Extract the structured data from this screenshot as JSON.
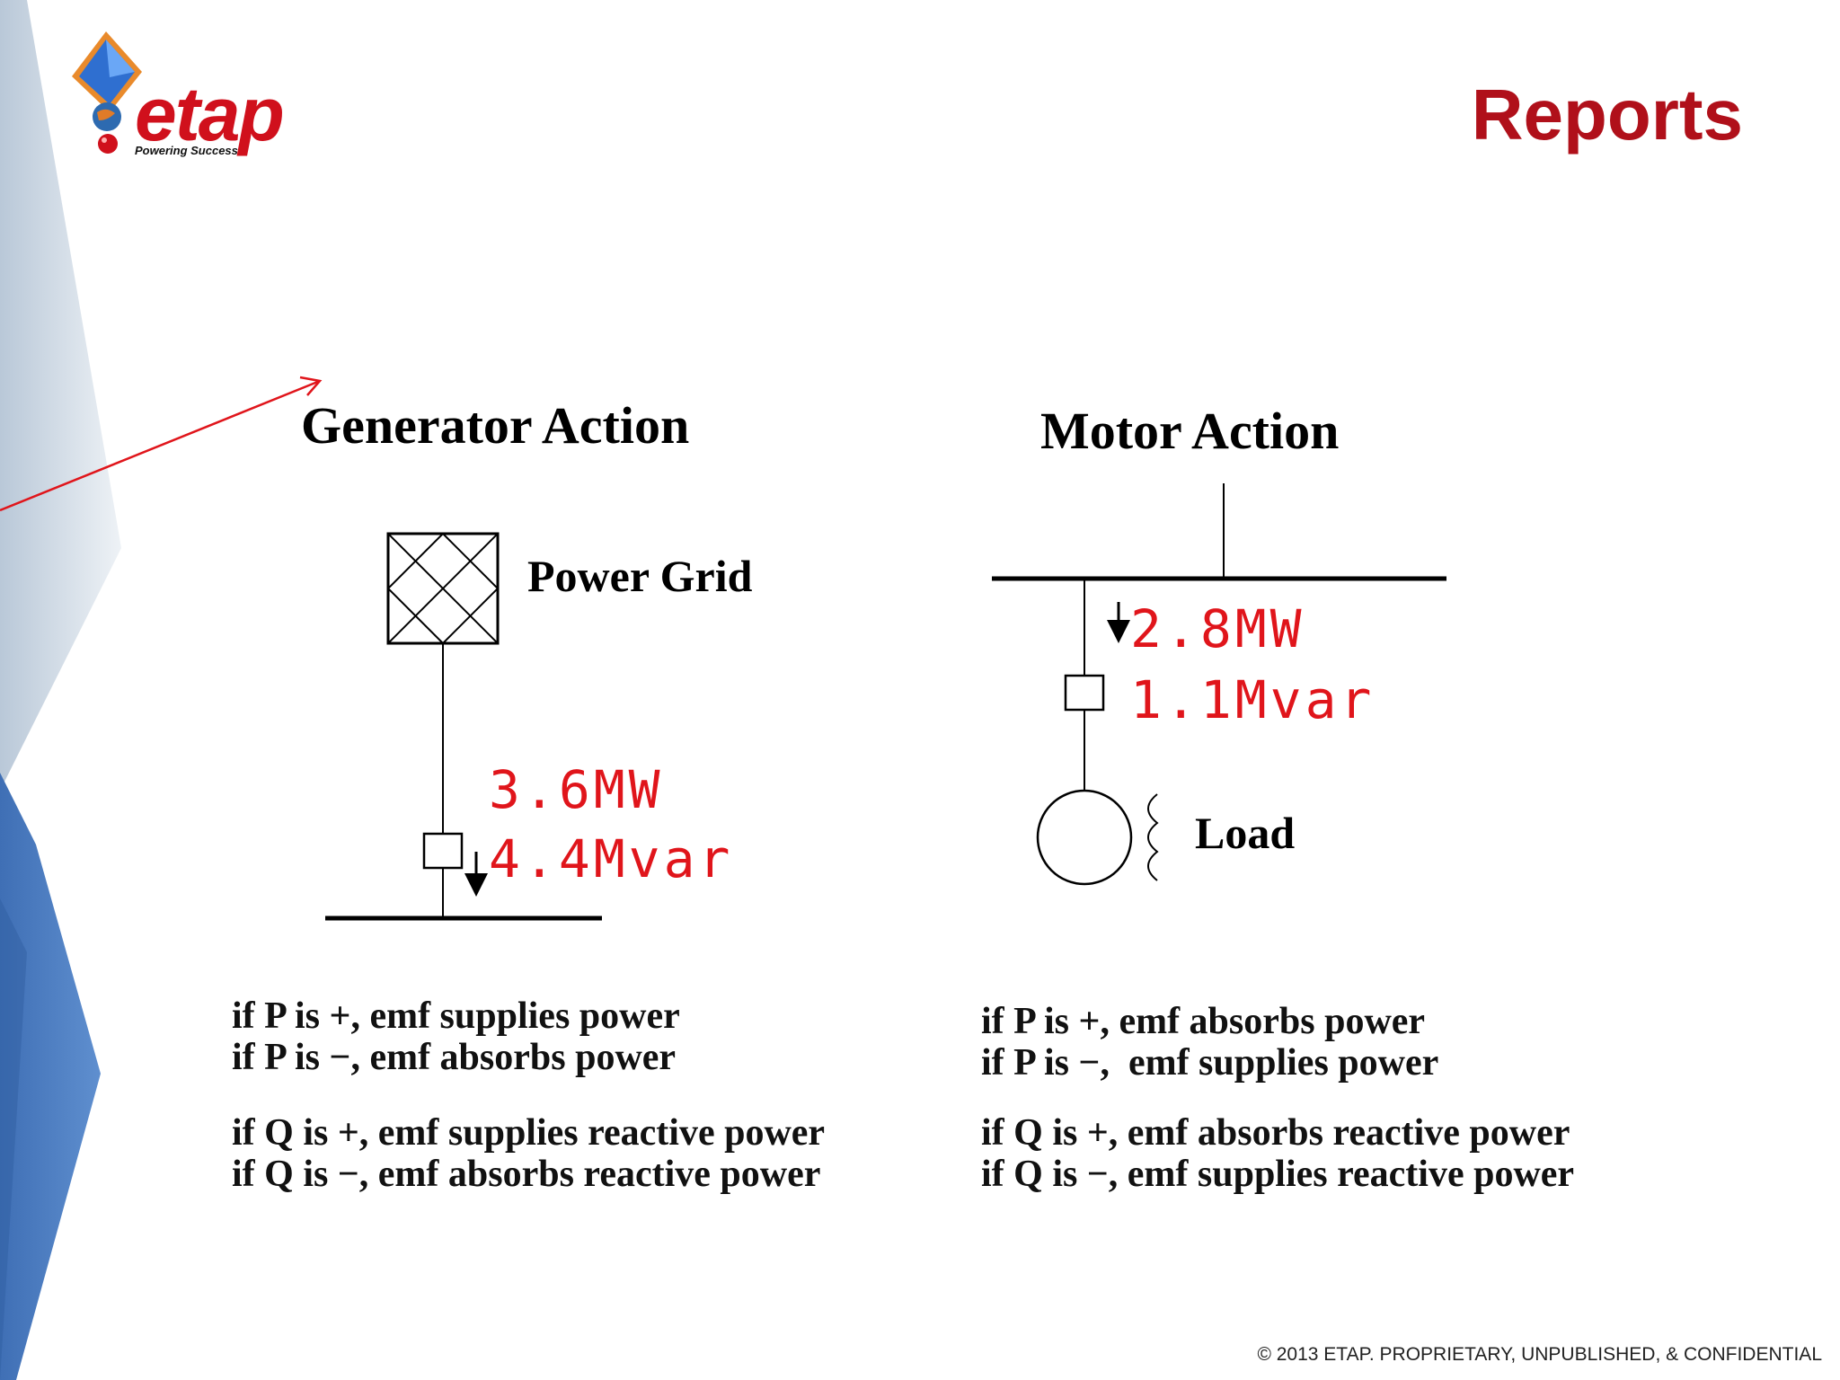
{
  "header": {
    "title": "Reports",
    "logo_text": "etap",
    "logo_tagline": "Powering Success"
  },
  "generator": {
    "title": "Generator Action",
    "source_label": "Power Grid",
    "p_value": "3.6MW",
    "q_value": "4.4Mvar",
    "rules": [
      "if P is +, emf supplies power",
      "if P is −, emf absorbs power",
      "if Q is +, emf supplies reactive power",
      "if Q is −, emf absorbs reactive power"
    ]
  },
  "motor": {
    "title": "Motor Action",
    "load_label": "Load",
    "p_value": "2.8MW",
    "q_value": "1.1Mvar",
    "rules": [
      "if P is +, emf absorbs power",
      "if P is −,  emf supplies power",
      "if Q is +, emf absorbs reactive power",
      "if Q is −, emf supplies reactive power"
    ]
  },
  "footer": {
    "text": "© 2013 ETAP. PROPRIETARY, UNPUBLISHED, & CONFIDENTIAL"
  },
  "colors": {
    "title_red": "#b0101a",
    "value_red": "#e0151b",
    "sidebar_blue": "#4f7fc0",
    "sidebar_gray": "#c9d5e2"
  }
}
